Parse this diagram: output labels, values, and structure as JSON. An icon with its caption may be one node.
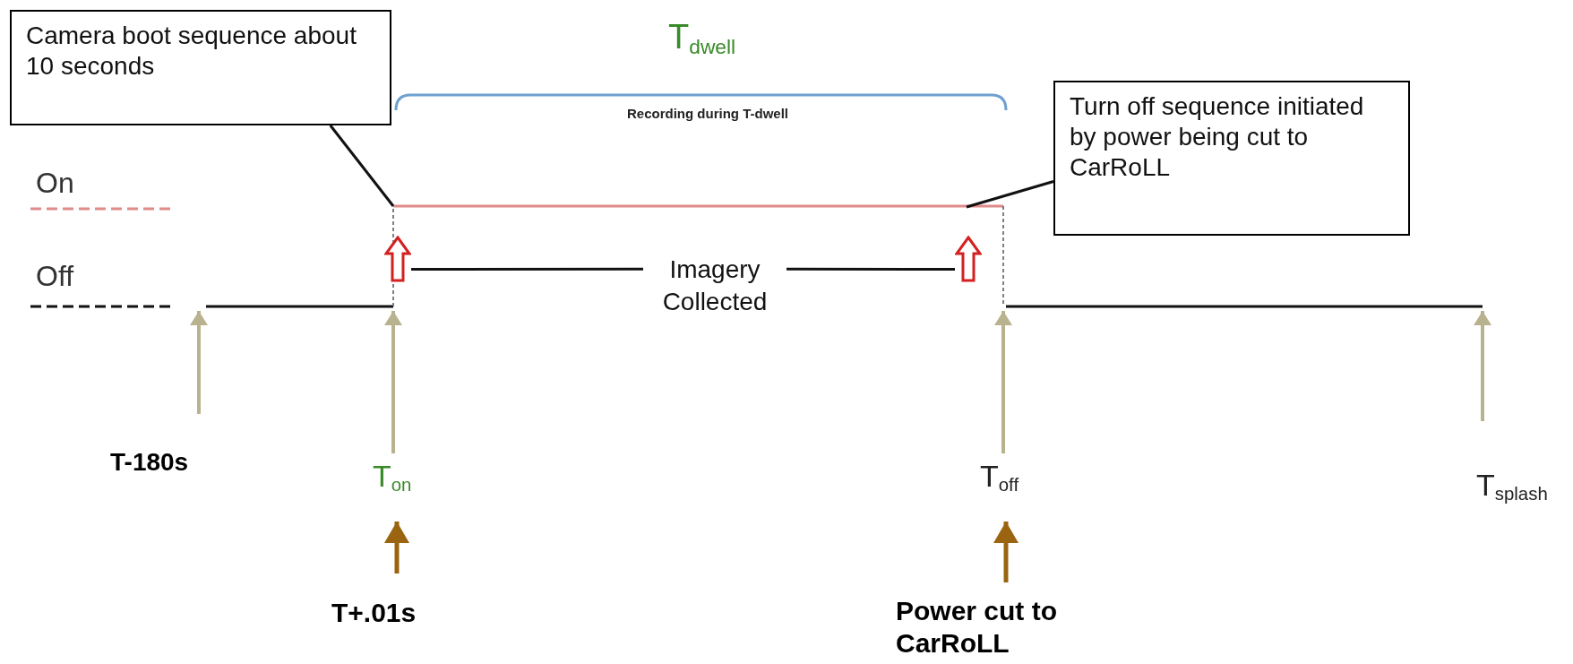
{
  "diagram": {
    "nodes": [
      {
        "text": [
          "Camera boot sequence about 10 seconds"
        ]
      },
      {
        "text": [
          "Turn off sequence initiated by power being cut to CarRoLL"
        ]
      },
      {
        "text": [
          "Imagery Collected"
        ]
      },
      {
        "text": [],
        "shape": "arrow"
      },
      {
        "text": [],
        "shape": "arrow"
      }
    ],
    "edges": [
      {
        "from": 0,
        "to": null,
        "arrow": "none"
      },
      {
        "from": 1,
        "to": null,
        "arrow": "none"
      },
      {
        "from": 2,
        "to": 3,
        "arrow": "none"
      },
      {
        "from": 2,
        "to": 4,
        "arrow": "none"
      }
    ],
    "labels": [
      "On",
      "Off",
      "T$_{dwell}$",
      "Recording during T-dwell",
      "T-180s",
      "T$_{on}$",
      "T$_{off}$",
      "T$_{splash}$",
      "T+.01s",
      "Power cut to CarRoLL"
    ]
  }
}
